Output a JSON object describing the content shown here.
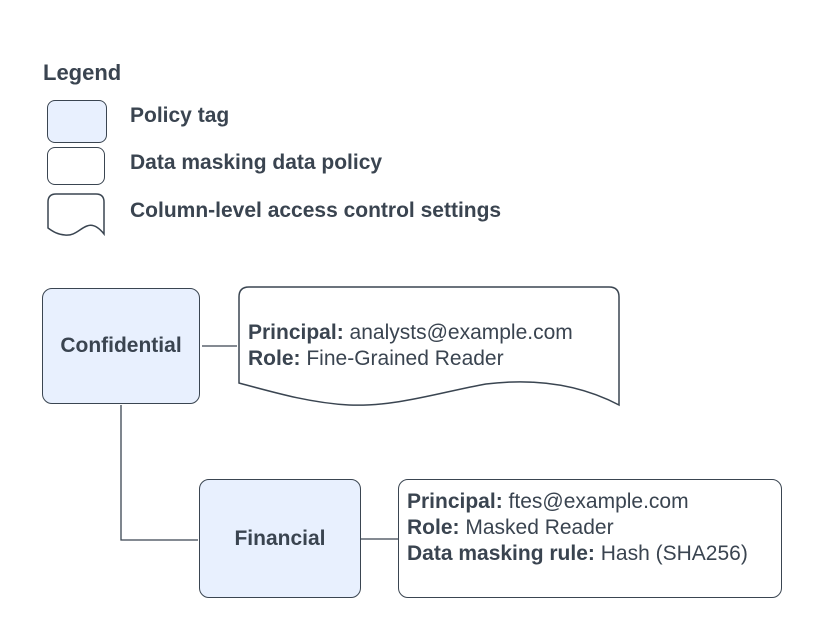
{
  "colors": {
    "policy_tag_fill": "#e8f0fe",
    "shape_stroke": "#3a4551",
    "text": "#3a4450",
    "background": "#ffffff"
  },
  "legend": {
    "title": "Legend",
    "items": [
      {
        "shape": "policy-tag-swatch",
        "label": "Policy tag"
      },
      {
        "shape": "data-masking-policy-swatch",
        "label": "Data masking data policy"
      },
      {
        "shape": "column-access-document-swatch",
        "label": "Column-level access control settings"
      }
    ]
  },
  "diagram": {
    "confidential_tag": {
      "label": "Confidential"
    },
    "financial_tag": {
      "label": "Financial"
    },
    "access_control_note": {
      "lines": [
        {
          "label": "Principal:",
          "value": "analysts@example.com"
        },
        {
          "label": "Role:",
          "value": "Fine-Grained Reader"
        }
      ]
    },
    "masking_policy_note": {
      "lines": [
        {
          "label": "Principal:",
          "value": "ftes@example.com"
        },
        {
          "label": "Role:",
          "value": "Masked Reader"
        },
        {
          "label": "Data masking rule:",
          "value": "Hash (SHA256)"
        }
      ]
    }
  }
}
